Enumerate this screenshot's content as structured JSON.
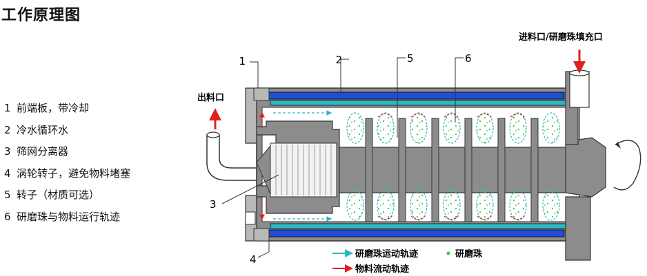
{
  "title": "工作原理图",
  "parts": [
    {
      "num": "1",
      "label": "前端板，带冷却"
    },
    {
      "num": "2",
      "label": "冷水循环水"
    },
    {
      "num": "3",
      "label": "筛网分离器"
    },
    {
      "num": "4",
      "label": "涡轮转子，避免物料堵塞"
    },
    {
      "num": "5",
      "label": "转子（材质可选）"
    },
    {
      "num": "6",
      "label": "研磨珠与物料运行轨迹"
    }
  ],
  "callouts": {
    "c1": "1",
    "c2": "2",
    "c3": "3",
    "c4": "4",
    "c5": "5",
    "c6": "6"
  },
  "labels": {
    "inlet": "进料口/研磨珠填充口",
    "outlet": "出料口"
  },
  "legend": {
    "bead_path": "研磨珠运动轨迹",
    "bead": "研磨珠",
    "material_path": "物料流动轨迹"
  },
  "colors": {
    "cooling_blue": "#1f4fd8",
    "cooling_cyan": "#2bb8c4",
    "body_gray": "#8c8c8c",
    "flow_red": "#e02020",
    "bead_green": "#3ec43e"
  }
}
